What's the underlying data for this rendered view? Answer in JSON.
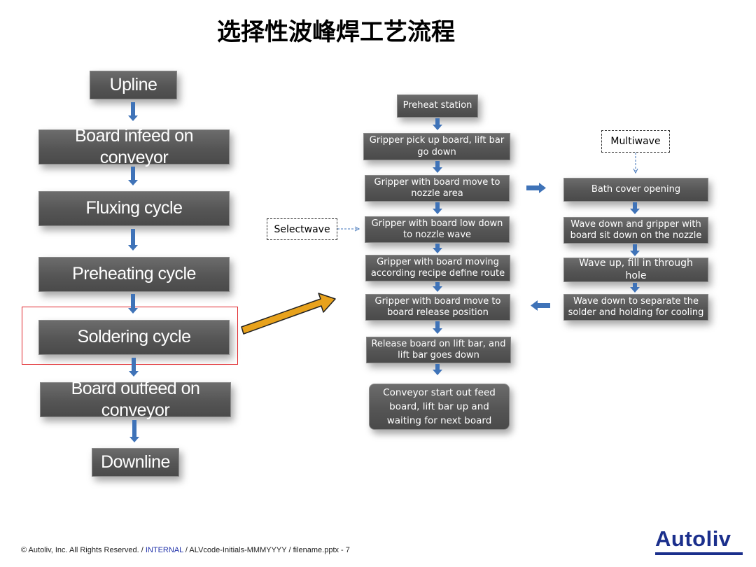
{
  "title": "选择性波峰焊工艺流程",
  "left_flow": [
    "Upline",
    "Board infeed on conveyor",
    "Fluxing cycle",
    "Preheating cycle",
    "Soldering cycle",
    "Board outfeed on conveyor",
    "Downline"
  ],
  "middle_flow": [
    "Preheat station",
    "Gripper pick up board, lift bar go down",
    "Gripper with board move to nozzle area",
    "Gripper with board low down to nozzle wave",
    "Gripper with board moving according recipe define route",
    "Gripper with board move to board release position",
    "Release board on lift bar, and lift bar goes down",
    "Conveyor start out feed board, lift bar up and waiting for next board"
  ],
  "right_flow": [
    "Bath cover opening",
    "Wave down and gripper with board sit down on the nozzle",
    "Wave up, fill in through hole",
    "Wave down to separate the solder and holding for cooling"
  ],
  "labels": {
    "selectwave": "Selectwave",
    "multiwave": "Multiwave"
  },
  "footer": {
    "copyright": "© Autoliv, Inc. All Rights Reserved. / ",
    "internal": "INTERNAL",
    "rest": " / ALVcode-Initials-MMMYYYY / filename.pptx - 7"
  },
  "logo": "Autoliv",
  "colors": {
    "box": "#555555",
    "arrow_blue": "#3f73b8",
    "big_arrow": "#e8a21c",
    "highlight": "#e0262b",
    "logo": "#1b2f8c"
  }
}
